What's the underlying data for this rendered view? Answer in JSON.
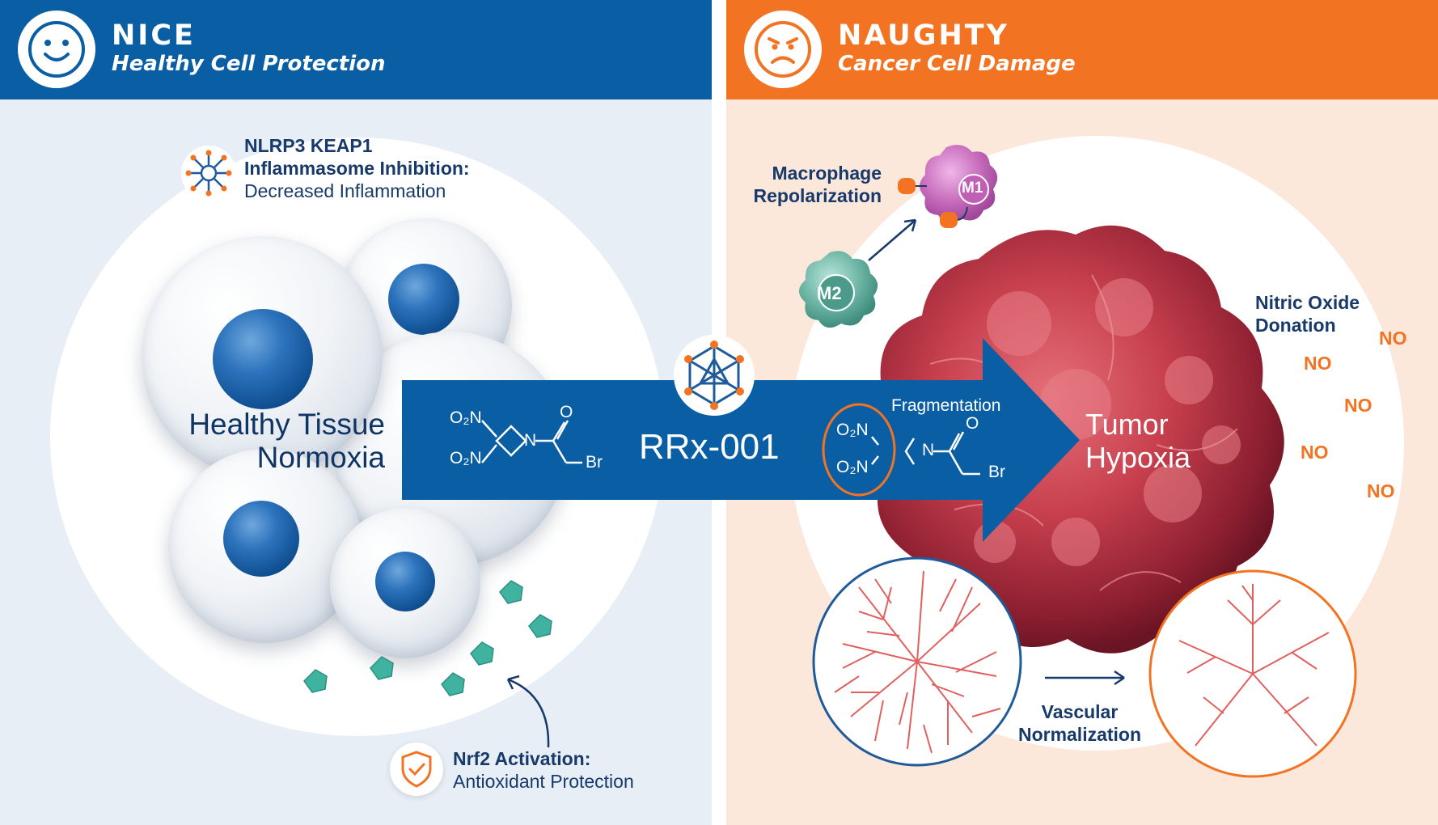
{
  "left": {
    "title": "NICE",
    "subtitle": "Healthy Cell Protection",
    "tissue_line1": "Healthy Tissue",
    "tissue_line2": "Normoxia",
    "inflammasome": {
      "line1": "NLRP3 KEAP1",
      "line2": "Inflammasome Inhibition:",
      "line3": "Decreased Inflammation"
    },
    "nrf2": {
      "line1": "Nrf2 Activation:",
      "line2": "Antioxidant Protection"
    }
  },
  "right": {
    "title": "NAUGHTY",
    "subtitle": "Cancer Cell Damage",
    "macrophage": {
      "line1": "Macrophage",
      "line2": "Repolarization",
      "m1": "M1",
      "m2": "M2"
    },
    "tumor_line1": "Tumor",
    "tumor_line2": "Hypoxia",
    "nitric": {
      "line1": "Nitric Oxide",
      "line2": "Donation"
    },
    "no_labels": [
      "NO",
      "NO",
      "NO",
      "NO",
      "NO"
    ],
    "vascular": {
      "line1": "Vascular",
      "line2": "Normalization"
    }
  },
  "center": {
    "drug_name": "RRx-001",
    "fragmentation": "Fragmentation",
    "chem": {
      "o2n_top": "O₂N",
      "o2n_bottom": "O₂N",
      "n": "N",
      "o": "O",
      "br": "Br"
    }
  },
  "colors": {
    "blue": "#0a5fa4",
    "orange": "#f27423",
    "teal": "#3fb3a0",
    "tumor_red": "#c8404e",
    "navy_text": "#173a6a"
  },
  "icons": [
    "smiley-face-icon",
    "angry-face-icon",
    "inflammasome-icon",
    "shield-check-icon",
    "nanoparticle-icon",
    "m1-macrophage-icon",
    "m2-macrophage-icon",
    "antioxidant-molecule-icon"
  ]
}
